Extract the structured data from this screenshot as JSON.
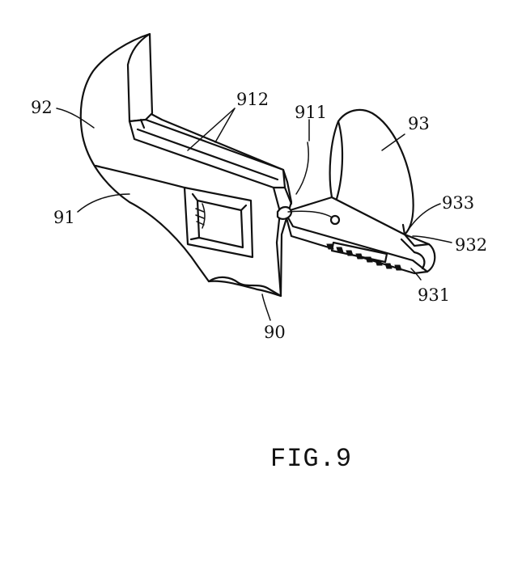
{
  "figure": {
    "caption": "FIG.9",
    "labels": {
      "l90": "90",
      "l91": "91",
      "l92": "92",
      "l93": "93",
      "l911": "911",
      "l912": "912",
      "l931": "931",
      "l932": "932",
      "l933": "933"
    }
  }
}
